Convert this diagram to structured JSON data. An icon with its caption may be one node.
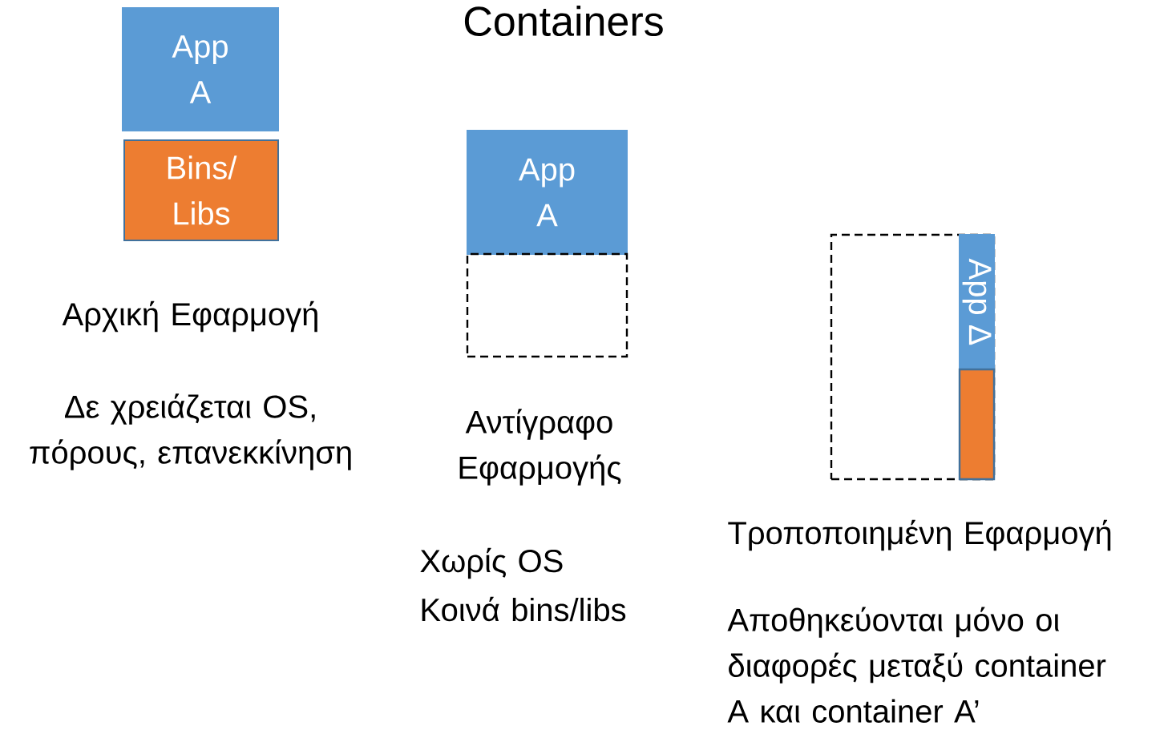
{
  "diagram": {
    "title": "Containers",
    "nodes": [
      {
        "text": [
          "App A"
        ]
      },
      {
        "text": [
          "Bins/ Libs"
        ]
      },
      {
        "text": [
          "App A"
        ]
      },
      {
        "text": [],
        "shape": "box"
      },
      {
        "text": [],
        "shape": "box"
      },
      {
        "text": [
          "App Δ"
        ],
        "in": 4
      },
      {
        "text": [],
        "shape": "bar",
        "in": 4
      }
    ],
    "edges": [],
    "labels": [
      "Αρχική Εφαρμογή",
      "Δε χρειάζεται OS, πόρους, επανεκκίνηση",
      "Αντίγραφο Εφαρμογής",
      "Χωρίς OS",
      "Κοινά bins/libs",
      "Τροποποιημένη Εφαρμογή",
      "Αποθηκεύονται μόνο οι διαφορές μεταξύ container A και container A’"
    ]
  }
}
